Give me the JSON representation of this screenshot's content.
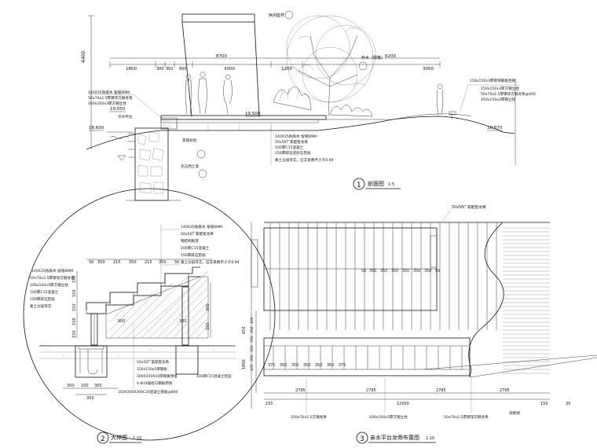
{
  "section": {
    "title": "剖面图",
    "scale": "1:5",
    "height_dim": "4400",
    "top_dims": [
      "1800",
      "300",
      "300",
      "600",
      "3000",
      "1200",
      "3000"
    ],
    "total_dims": [
      "8700",
      "6200"
    ],
    "elevations": [
      "19.050",
      "18.600",
      "19.500",
      "18.670"
    ],
    "left_callouts": [
      "140X35防腐木  留缝6MM",
      "50x70x2.5厚镀锌方钢龙骨",
      "100x100x3厚方钢立柱",
      "亲水平台"
    ],
    "mid_callouts": [
      "140X35防腐木  留缝6MM",
      "50x50厂家配套龙骨",
      "100厚C15混凝土",
      "150厚碎石或卵石垫层",
      "素土分层夯实，压实系数不小于0.94"
    ],
    "right_callouts": [
      "150x150x3厚方钢立柱",
      "50x70x2.5厚镀锌方钢龙骨@400",
      "150x150x3厚钢立柱"
    ],
    "right_top_note": "150x150x3厚镀锌钢板连接",
    "tree_note": "乔木（规格）",
    "small_label": "休闲座凳",
    "bench_note": "景观树池",
    "circle_labels": [
      "1",
      "2",
      "3"
    ],
    "wall_note": "毛石挡土墙"
  },
  "detail": {
    "title": "大样图",
    "scale": "1:10",
    "top_callouts": [
      "140X35防腐木  留缝6MM",
      "50x50厂家配套龙骨",
      "钢结构框架",
      "100厚C15混凝土",
      "150厚碎石垫层",
      "素土分层夯实，压实系数不小于0.94"
    ],
    "left_callouts": [
      "140X35防腐木  留缝6MM",
      "50x70x2.5厚镀锌方钢龙骨",
      "100x100x3厚方钢立柱",
      "100厚C15混凝土",
      "150厚碎石垫层",
      "素土分层夯实"
    ],
    "top_dims": [
      "50",
      "350",
      "215",
      "350",
      "215",
      "350",
      "50"
    ],
    "side_dims": [
      "150",
      "150",
      "150",
      "150",
      "150"
    ],
    "bottom_dims": [
      "300",
      "100",
      "300",
      "350"
    ],
    "inner_dims": [
      "900",
      "300",
      "300",
      "150"
    ],
    "bottom_notes": [
      "50x50厂家配套龙骨",
      "150x150x5厚钢板",
      "300X350X10厚钢板预埋",
      "4-Φ14锚栓与钢板焊接",
      "350X350X300C20混凝土基础@800"
    ],
    "right_note": "100厚C15混凝土垫层"
  },
  "plan": {
    "title": "亲水平台龙骨布置图",
    "scale": "1:10",
    "top_label": "50x50厂家配套龙骨",
    "inner_dims": [
      "50",
      "350",
      "350",
      "350",
      "350",
      "350",
      "350",
      "50"
    ],
    "lower_dims": [
      "375",
      "350",
      "350",
      "350",
      "350",
      "350",
      "375"
    ],
    "bottom_dims": [
      "2795",
      "2795",
      "2795",
      "2795"
    ],
    "total_dim": "12000",
    "edge_dims": [
      "150",
      "150",
      "35"
    ],
    "left_dims": [
      "650",
      "1800"
    ],
    "left_dim_stack": [
      "100",
      "350",
      "350",
      "350",
      "350",
      "100"
    ],
    "bottom_callouts": [
      "150x70x2.5方钢龙骨",
      "100x100x3厚方钢立柱",
      "50x70x2.5厚镀锌方钢龙骨"
    ],
    "corner_note": "池壁线"
  }
}
